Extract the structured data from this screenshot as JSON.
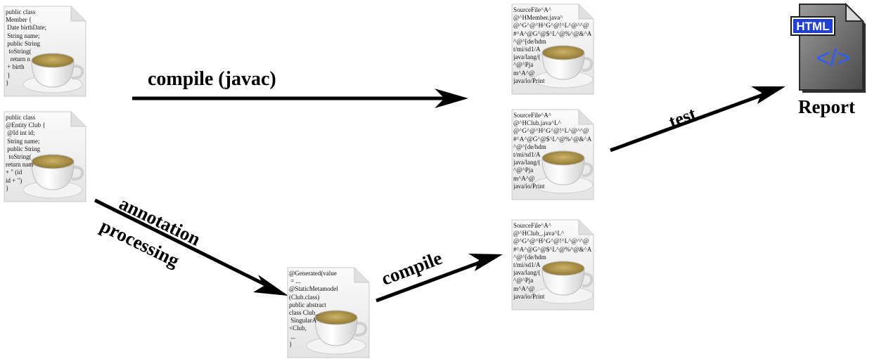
{
  "edges": {
    "compile_javac": "compile (javac)",
    "annotation": "annotation",
    "processing": "processing",
    "compile": "compile",
    "test": "test"
  },
  "report": {
    "badge": "HTML",
    "code_glyph": "</>",
    "label": "Report"
  },
  "documents": {
    "member_source": [
      "public class",
      "Member {",
      " Date birthDate;",
      " String name;",
      " public String",
      "  toString(",
      "   return n",
      " + birth",
      " }",
      "}"
    ],
    "club_source": [
      "public class",
      "@Entity Club {",
      " @Id int id;",
      " String name;",
      " public String",
      "  toString(",
      "return nam",
      "+ \" (id",
      "id + \")",
      "}"
    ],
    "metamodel_source": [
      "@Generated(value",
      " = ...",
      "@StaticMetamodel",
      "(Club.class)",
      "public abstract",
      "class Club_",
      " SingularA",
      "<Club,",
      " ...",
      "}"
    ],
    "member_class": [
      "SourceFile^A^",
      "@^HMember.java^",
      "@^G^@^H^G^@!^L^@^^@",
      "#^A^@G^@$^L^@%^@&^A",
      "^@^[de/hdm",
      "t/mi/sd1/A",
      "java/lang/(",
      "^@^Pja",
      "m^A^@",
      "java/io/Print"
    ],
    "club_class": [
      "SourceFile^A^",
      "@^HClub.java^L^",
      "@^G^@^H^G^@!^L^@^^@",
      "#^A^@G^@$^L^@%^@&^A",
      "^@^[de/hdm",
      "t/mi/sd1/A",
      "java/lang/(",
      "^@^Pja",
      "m^A^@",
      "java/io/Print"
    ],
    "clubmeta_class": [
      "SourceFile^A^",
      "@^HClub_.java^L^",
      "@^G^@^H^G^@!^L^@^^@",
      "#^A^@G^@$^L^@%^@&^A",
      "^@^[de/hdm",
      "t/mi/sd1/A",
      "java/lang/(",
      "^@^Pja",
      "m^A^@",
      "java/io/Print"
    ]
  },
  "colors": {
    "page_fill": "#f2f2f2",
    "page_stroke": "#c8c8c8",
    "coffee": "#b59b4a",
    "badge": "#1f3fd6",
    "code_glyph": "#2a5cff",
    "report_body": "#6e6e6e"
  },
  "icons": {
    "document": "java-file-icon",
    "cup": "coffee-cup-icon",
    "report": "html-report-icon"
  }
}
